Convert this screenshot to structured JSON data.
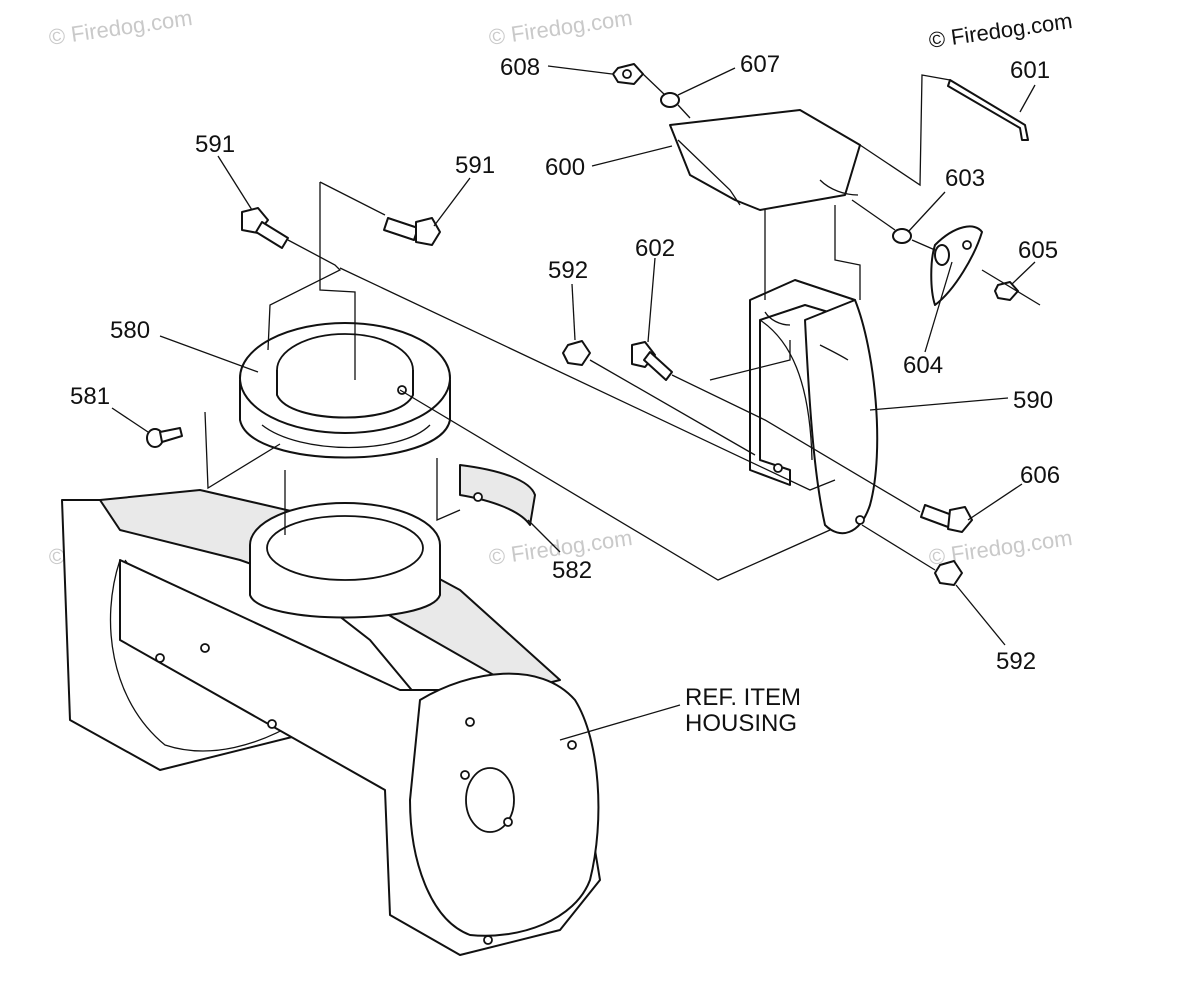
{
  "watermark": "© Firedog.com",
  "callouts": {
    "c608": "608",
    "c607": "607",
    "c601": "601",
    "c591a": "591",
    "c591b": "591",
    "c600": "600",
    "c603": "603",
    "c592a": "592",
    "c602": "602",
    "c605": "605",
    "c580": "580",
    "c604": "604",
    "c590": "590",
    "c581": "581",
    "c606": "606",
    "c582": "582",
    "c592b": "592"
  },
  "reference": {
    "line1": "REF. ITEM",
    "line2": "HOUSING"
  }
}
